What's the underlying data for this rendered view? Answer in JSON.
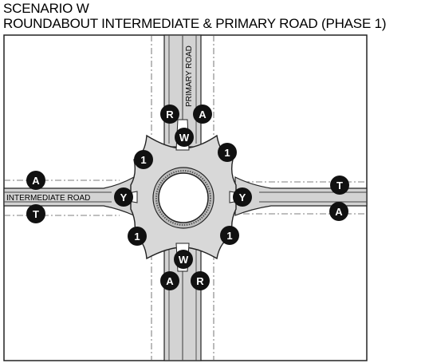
{
  "title": {
    "line1": "SCENARIO W",
    "line2": "ROUNDABOUT INTERMEDIATE & PRIMARY ROAD (PHASE 1)"
  },
  "roads": {
    "primary_label": "PRIMARY ROAD",
    "intermediate_label": "INTERMEDIATE ROAD"
  },
  "markers": [
    {
      "id": "north-R",
      "letter": "R"
    },
    {
      "id": "north-A",
      "letter": "A"
    },
    {
      "id": "north-W",
      "letter": "W"
    },
    {
      "id": "nw-1",
      "letter": "1"
    },
    {
      "id": "ne-1",
      "letter": "1"
    },
    {
      "id": "west-A",
      "letter": "A"
    },
    {
      "id": "west-Y",
      "letter": "Y"
    },
    {
      "id": "west-T",
      "letter": "T"
    },
    {
      "id": "east-Y",
      "letter": "Y"
    },
    {
      "id": "east-T",
      "letter": "T"
    },
    {
      "id": "east-A",
      "letter": "A"
    },
    {
      "id": "sw-1",
      "letter": "1"
    },
    {
      "id": "se-1",
      "letter": "1"
    },
    {
      "id": "south-W",
      "letter": "W"
    },
    {
      "id": "south-A",
      "letter": "A"
    },
    {
      "id": "south-R",
      "letter": "R"
    }
  ],
  "colors": {
    "road_fill": "#d3d3d3",
    "roundabout_fill": "#d8d8d8",
    "island_fill": "#ffffff",
    "marker_fill": "#111111",
    "marker_text": "#ffffff",
    "line": "#222222"
  }
}
